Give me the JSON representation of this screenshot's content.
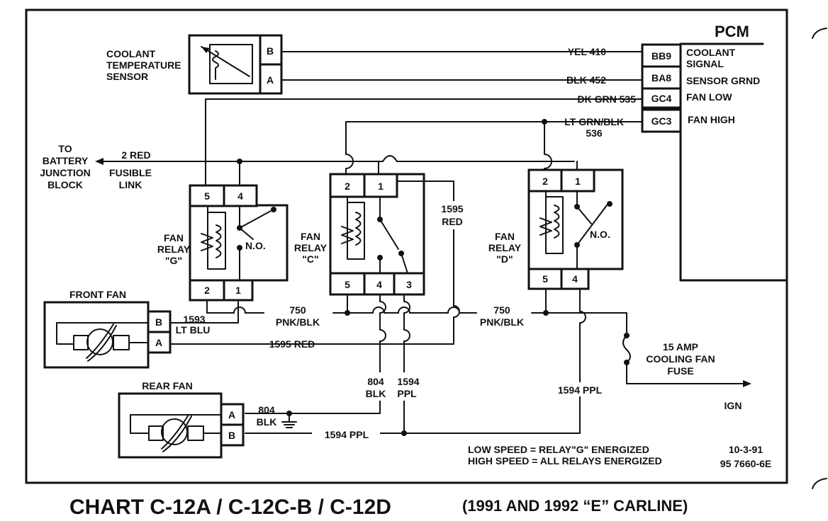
{
  "pcm": {
    "title": "PCM",
    "pins": [
      {
        "code": "BB9",
        "function": "COOLANT",
        "function2": "SIGNAL",
        "wire": "YEL 410"
      },
      {
        "code": "BA8",
        "function": "SENSOR GRND",
        "wire": "BLK 452"
      },
      {
        "code": "GC4",
        "function": "FAN LOW",
        "wire": "DK GRN 535"
      },
      {
        "code": "GC3",
        "function": "FAN HIGH",
        "wire": "LT GRN/BLK",
        "wire2": "536"
      }
    ]
  },
  "sensor": {
    "label1": "COOLANT",
    "label2": "TEMPERATURE",
    "label3": "SENSOR",
    "pin_b": "B",
    "pin_a": "A"
  },
  "battery": {
    "line1": "TO",
    "line2": "BATTERY",
    "line3": "JUNCTION",
    "line4": "BLOCK",
    "wire": "2 RED",
    "fuse1": "FUSIBLE",
    "fuse2": "LINK"
  },
  "relay_g": {
    "line1": "FAN",
    "line2": "RELAY",
    "line3": "\"G\"",
    "pins": [
      "5",
      "4",
      "2",
      "1"
    ],
    "no": "N.O."
  },
  "relay_c": {
    "line1": "FAN",
    "line2": "RELAY",
    "line3": "\"C\"",
    "pins": [
      "2",
      "1",
      "5",
      "4",
      "3"
    ]
  },
  "relay_d": {
    "line1": "FAN",
    "line2": "RELAY",
    "line3": "\"D\"",
    "pins": [
      "2",
      "1",
      "5",
      "4"
    ],
    "no": "N.O."
  },
  "wires": {
    "red1595_a": "1595",
    "red1595_b": "RED",
    "pnk750_left_a": "750",
    "pnk750_left_b": "PNK/BLK",
    "pnk750_right_a": "750",
    "pnk750_right_b": "PNK/BLK",
    "ltblu_a": "1593",
    "ltblu_b": "LT BLU",
    "red1595_bottom": "1595 RED",
    "blk804_a": "804",
    "blk804_b": "BLK",
    "ppl1594_a": "1594",
    "ppl1594_b": "PPL",
    "ppl1594_right": "1594 PPL",
    "rear_blk_a": "804",
    "rear_blk_b": "BLK",
    "rear_ppl": "1594 PPL"
  },
  "front_fan": {
    "title": "FRONT FAN",
    "pin_b": "B",
    "pin_a": "A"
  },
  "rear_fan": {
    "title": "REAR FAN",
    "pin_a": "A",
    "pin_b": "B"
  },
  "fuse": {
    "line1": "15 AMP",
    "line2": "COOLING FAN",
    "line3": "FUSE",
    "ign": "IGN"
  },
  "notes": {
    "low": "LOW SPEED = RELAY\"G\" ENERGIZED",
    "high": "HIGH SPEED = ALL RELAYS ENERGIZED",
    "date": "10-3-91",
    "code": "95 7660-6E"
  },
  "caption": {
    "main": "CHART C-12A / C-12C-B / C-12D",
    "sub": "(1991 AND 1992 “E” CARLINE)"
  }
}
